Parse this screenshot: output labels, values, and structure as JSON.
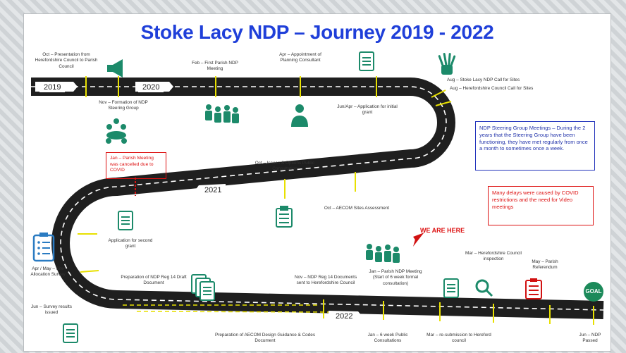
{
  "title": "Stoke Lacy NDP – Journey 2019 - 2022",
  "years": {
    "y2019": "2019",
    "y2020": "2020",
    "y2021": "2021",
    "y2022": "2022"
  },
  "milestones": {
    "oct_presentation": "Oct – Presentation from Herefordshire Council to Parish Council",
    "nov_formation": "Nov – Formation of NDP Steering Group",
    "feb_first_meeting": "Feb – First Parish NDP Meeting",
    "apr_appointment": "Apr – Appointment of Planning Consultant",
    "aug_call_sites": "Aug – Stoke Lacy NDP Call for Sites",
    "aug_hc_call_sites": "Aug – Herefordshire Council Call for Sites",
    "jun_apr_application": "Jun/Apr – Application for initial grant",
    "jan_cancelled": "Jan – Parish Meeting was cancelled due to COVID",
    "oct_issues": "Oct – Issues & Options Public Consultation",
    "oct_aecom": "Oct – AECOM Sites Assessment",
    "second_grant": "Application for second grant",
    "apr_may_survey": "Apr / May – Site Allocation Survey",
    "prep_reg14": "Preparation of NDP Reg 14 Draft Document",
    "nov_reg14": "Nov – NDP Reg 14 Documents sent to Herefordshire Council",
    "jan_parish_meeting": "Jan – Parish NDP Meeting (Start of 6 week formal consultation)",
    "mar_inspection": "Mar – Herefordshire Council inspection",
    "may_referendum": "May – Parish Referendum",
    "jun_survey": "Jun – Survey results issued",
    "prep_aecom_design": "Preparation of AECOM Design Guidance & Codes Document",
    "jan_public_consult": "Jan – 6 week Public Consultations",
    "mar_resubmission": "Mar – re-submission to Hereford council",
    "jun_passed": "Jun – NDP Passed"
  },
  "notes": {
    "steering_group": "NDP Steering Group Meetings – During the 2 years that the Steering Group have been functioning, they have met regularly from once a month to sometimes once a week.",
    "delays": "Many delays were caused by COVID restrictions and the need for Video meetings",
    "we_are_here": "WE ARE HERE",
    "goal": "GOAL"
  },
  "colors": {
    "title": "#1f3fd9",
    "road": "#1f1f1f",
    "marker": "#e8e000",
    "icon_teal": "#1c8a6a",
    "accent_red": "#d11111",
    "steering_blue": "#2233bb"
  }
}
